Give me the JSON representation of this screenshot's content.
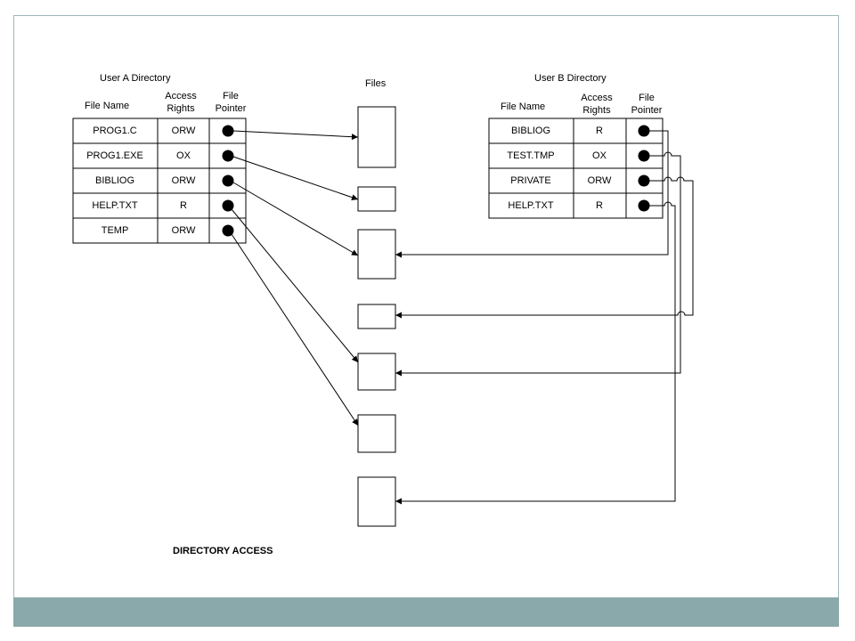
{
  "diagram": {
    "caption": "DIRECTORY ACCESS",
    "files_label": "Files",
    "user_a": {
      "title": "User A Directory",
      "headers": {
        "file_name": "File Name",
        "access_1": "Access",
        "access_2": "Rights",
        "pointer_1": "File",
        "pointer_2": "Pointer"
      },
      "rows": [
        {
          "name": "PROG1.C",
          "rights": "ORW"
        },
        {
          "name": "PROG1.EXE",
          "rights": "OX"
        },
        {
          "name": "BIBLIOG",
          "rights": "ORW"
        },
        {
          "name": "HELP.TXT",
          "rights": "R"
        },
        {
          "name": "TEMP",
          "rights": "ORW"
        }
      ]
    },
    "user_b": {
      "title": "User B Directory",
      "headers": {
        "file_name": "File Name",
        "access_1": "Access",
        "access_2": "Rights",
        "pointer_1": "File",
        "pointer_2": "Pointer"
      },
      "rows": [
        {
          "name": "BIBLIOG",
          "rights": "R"
        },
        {
          "name": "TEST.TMP",
          "rights": "OX"
        },
        {
          "name": "PRIVATE",
          "rights": "ORW"
        },
        {
          "name": "HELP.TXT",
          "rights": "R"
        }
      ]
    },
    "colors": {
      "frame": "#9fb8bb",
      "footer": "#8aa9ab",
      "ink": "#000000"
    }
  }
}
